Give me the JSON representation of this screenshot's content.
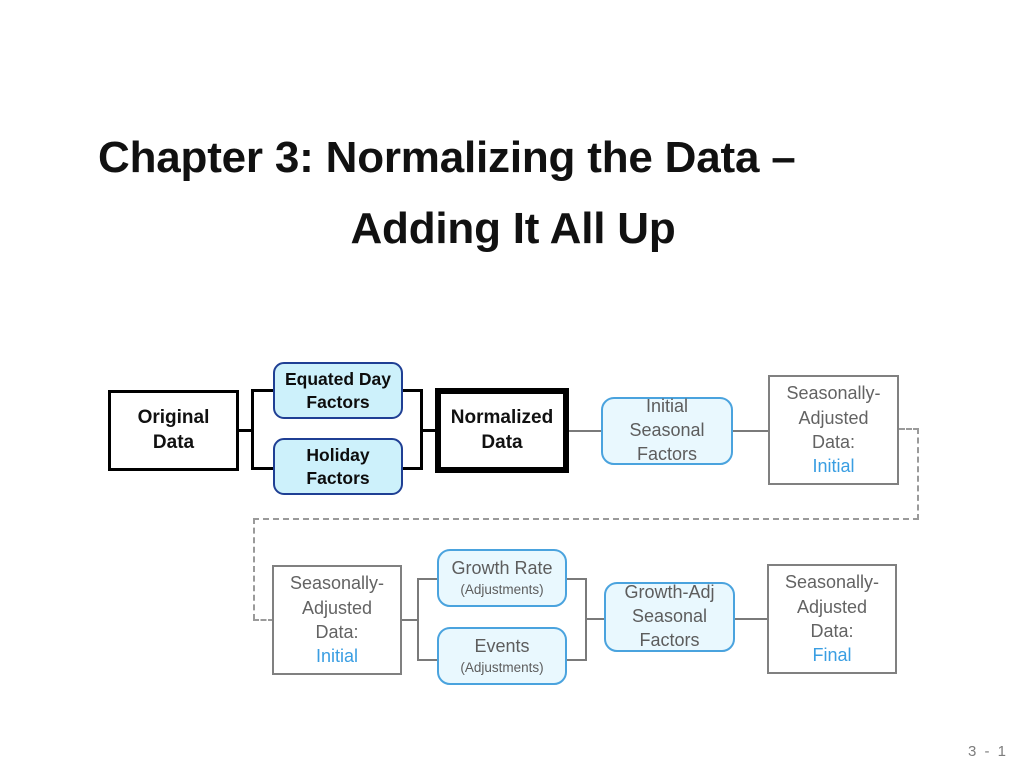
{
  "slide": {
    "title_line_1": "Chapter 3:  Normalizing the Data –",
    "title_line_2": "Adding It All Up",
    "page_number": "3 -  1"
  },
  "colors": {
    "blue_fill_strong": "#cdf1fb",
    "blue_border_strong": "#1f3f94",
    "blue_fill_light": "#e9f8fe",
    "blue_border_light": "#4aa3de",
    "gray_border": "#808080",
    "gray_text": "#636363",
    "accent_blue_text": "#3a9ee2",
    "connector_gray": "#7a7a7a",
    "black": "#000000"
  },
  "diagram": {
    "nodes": {
      "original_data": {
        "line1": "Original",
        "line2": "Data"
      },
      "equated_day_factors": {
        "line1": "Equated Day",
        "line2": "Factors"
      },
      "holiday_factors": {
        "line1": "Holiday",
        "line2": "Factors"
      },
      "normalized_data": {
        "line1": "Normalized",
        "line2": "Data"
      },
      "initial_seasonal_factors": {
        "line1": "Initial",
        "line2": "Seasonal",
        "line3": "Factors"
      },
      "sa_data_initial_top": {
        "line1": "Seasonally-",
        "line2": "Adjusted",
        "line3": "Data:",
        "line4": "Initial"
      },
      "sa_data_initial_bottom": {
        "line1": "Seasonally-",
        "line2": "Adjusted",
        "line3": "Data:",
        "line4": "Initial"
      },
      "growth_rate": {
        "line1": "Growth Rate",
        "line2": "(Adjustments)"
      },
      "events": {
        "line1": "Events",
        "line2": "(Adjustments)"
      },
      "growth_adj_seasonal_factors": {
        "line1": "Growth-Adj",
        "line2": "Seasonal",
        "line3": "Factors"
      },
      "sa_data_final": {
        "line1": "Seasonally-",
        "line2": "Adjusted",
        "line3": "Data:",
        "line4": "Final"
      }
    }
  }
}
